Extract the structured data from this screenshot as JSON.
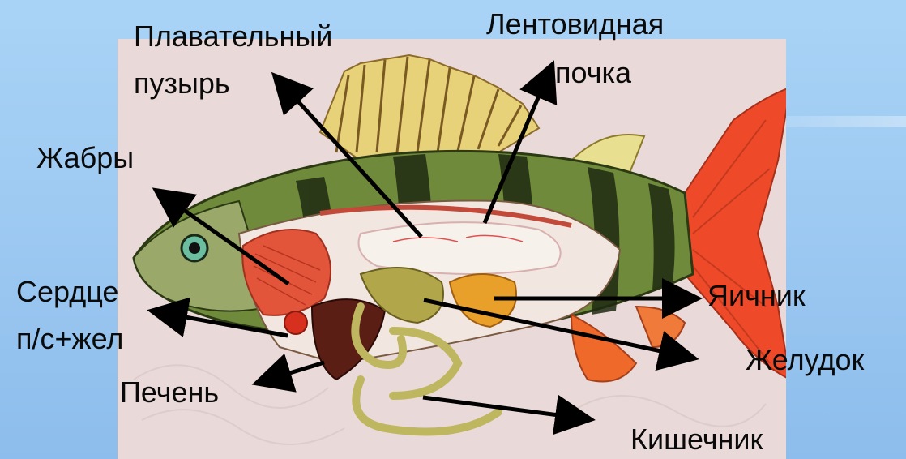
{
  "labels": {
    "swim_bladder": [
      "Плавательный",
      "пузырь"
    ],
    "kidney": [
      "Лентовидная",
      "почка"
    ],
    "gills": "Жабры",
    "heart": [
      "Сердце",
      "п/с+жел"
    ],
    "liver": "Печень",
    "ovary": "Яичник",
    "stomach": "Желудок",
    "intestine": "Кишечник"
  },
  "colors": {
    "background_top": "#a9d3f6",
    "background_bottom": "#8dbdec",
    "label_text": "#0a0a0a",
    "arrow": "#000000"
  }
}
